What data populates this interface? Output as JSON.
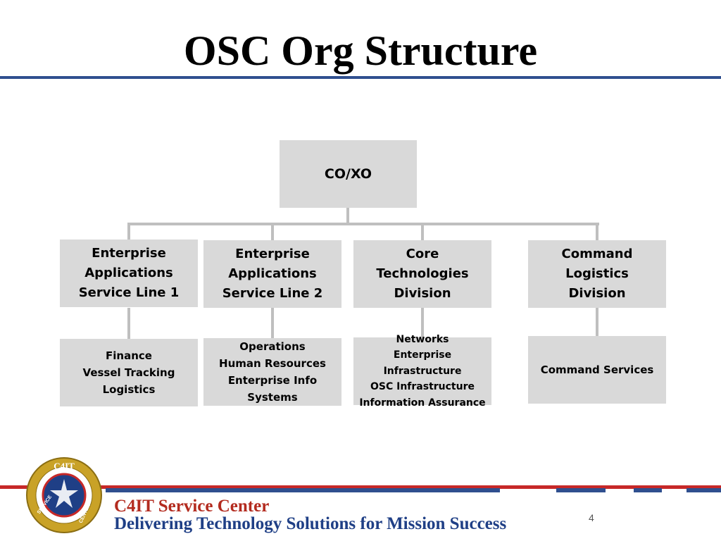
{
  "slide": {
    "title": "OSC Org Structure",
    "page_number": "4"
  },
  "org": {
    "root": "CO/XO",
    "divisions": [
      {
        "name": "Enterprise\nApplications\nService Line 1",
        "sub": "Finance\nVessel Tracking\nLogistics"
      },
      {
        "name": "Enterprise\nApplications\nService Line 2",
        "sub": "Operations\nHuman Resources\nEnterprise Info Systems"
      },
      {
        "name": "Core\nTechnologies\nDivision",
        "sub": "Networks\nEnterprise Infrastructure\nOSC Infrastructure\nInformation Assurance"
      },
      {
        "name": "Command\nLogistics\nDivision",
        "sub": "Command Services"
      }
    ]
  },
  "footer": {
    "brand_name": "C4IT Service Center",
    "tagline": "Delivering Technology Solutions for Mission Success",
    "seal_icon": "c4it-service-center-seal",
    "seal_text_top": "C4IT",
    "seal_text_left": "SERVICE",
    "seal_text_right": "CENTER"
  },
  "colors": {
    "box_fill": "#d9d9d9",
    "connector": "#bfbfbf",
    "rule_blue": "#2f4f8f",
    "stripe_red": "#c62828",
    "brand_red": "#b32b1f",
    "brand_blue": "#1f3f86"
  }
}
